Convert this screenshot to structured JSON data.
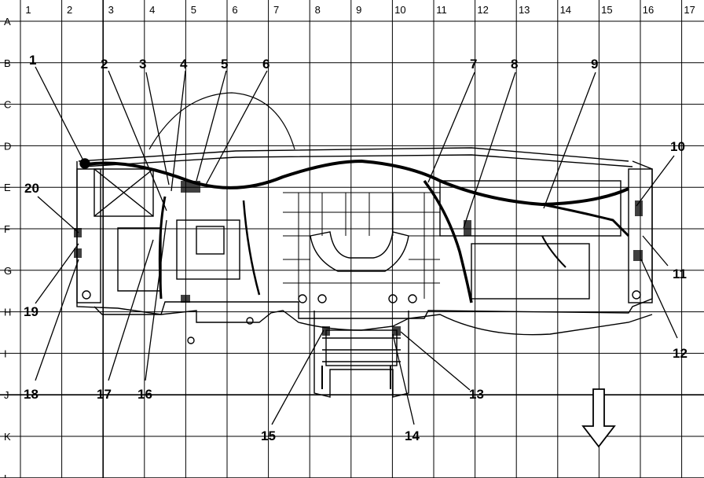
{
  "grid": {
    "columns": [
      "1",
      "2",
      "3",
      "4",
      "5",
      "6",
      "7",
      "8",
      "9",
      "10",
      "11",
      "12",
      "13",
      "14",
      "15",
      "16",
      "17"
    ],
    "rows": [
      "A",
      "B",
      "C",
      "D",
      "E",
      "F",
      "G",
      "H",
      "I",
      "J",
      "K",
      "L"
    ]
  },
  "callouts": [
    {
      "id": "c1",
      "label": "1"
    },
    {
      "id": "c2",
      "label": "2"
    },
    {
      "id": "c3",
      "label": "3"
    },
    {
      "id": "c4",
      "label": "4"
    },
    {
      "id": "c5",
      "label": "5"
    },
    {
      "id": "c6",
      "label": "6"
    },
    {
      "id": "c7",
      "label": "7"
    },
    {
      "id": "c8",
      "label": "8"
    },
    {
      "id": "c9",
      "label": "9"
    },
    {
      "id": "c10",
      "label": "10"
    },
    {
      "id": "c11",
      "label": "11"
    },
    {
      "id": "c12",
      "label": "12"
    },
    {
      "id": "c13",
      "label": "13"
    },
    {
      "id": "c14",
      "label": "14"
    },
    {
      "id": "c15",
      "label": "15"
    },
    {
      "id": "c16",
      "label": "16"
    },
    {
      "id": "c17",
      "label": "17"
    },
    {
      "id": "c18",
      "label": "18"
    },
    {
      "id": "c19",
      "label": "19"
    },
    {
      "id": "c20",
      "label": "20"
    }
  ],
  "front_arrow_icon": "down-arrow-icon"
}
